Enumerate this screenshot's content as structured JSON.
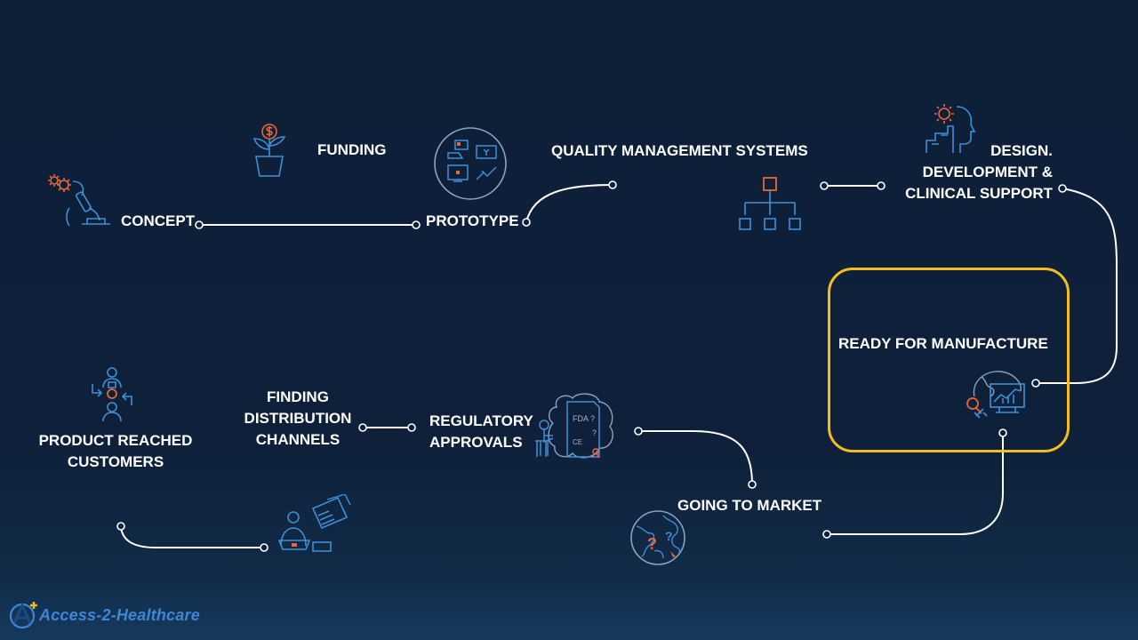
{
  "stages": {
    "concept": "CONCEPT",
    "funding": "FUNDING",
    "prototype": "PROTOTYPE",
    "qms": "QUALITY MANAGEMENT SYSTEMS",
    "design_lines": [
      "DESIGN.",
      "DEVELOPMENT &",
      "CLINICAL SUPPORT"
    ],
    "ready": "READY FOR MANUFACTURE",
    "going_to_market": "GOING TO MARKET",
    "regulatory_lines": [
      "REGULATORY",
      "APPROVALS"
    ],
    "distribution_lines": [
      "FINDING",
      "DISTRIBUTION",
      "CHANNELS"
    ],
    "customers_lines": [
      "PRODUCT REACHED",
      "CUSTOMERS"
    ]
  },
  "icon_text": {
    "fda": "FDA",
    "question": "?",
    "ce": "CE"
  },
  "logo": {
    "text": "Access-2-Healthcare"
  },
  "colors": {
    "background": "#0f213a",
    "line": "#ffffff",
    "icon_blue": "#3d8fd8",
    "icon_orange": "#e8663a",
    "highlight": "#f2bd1d"
  }
}
